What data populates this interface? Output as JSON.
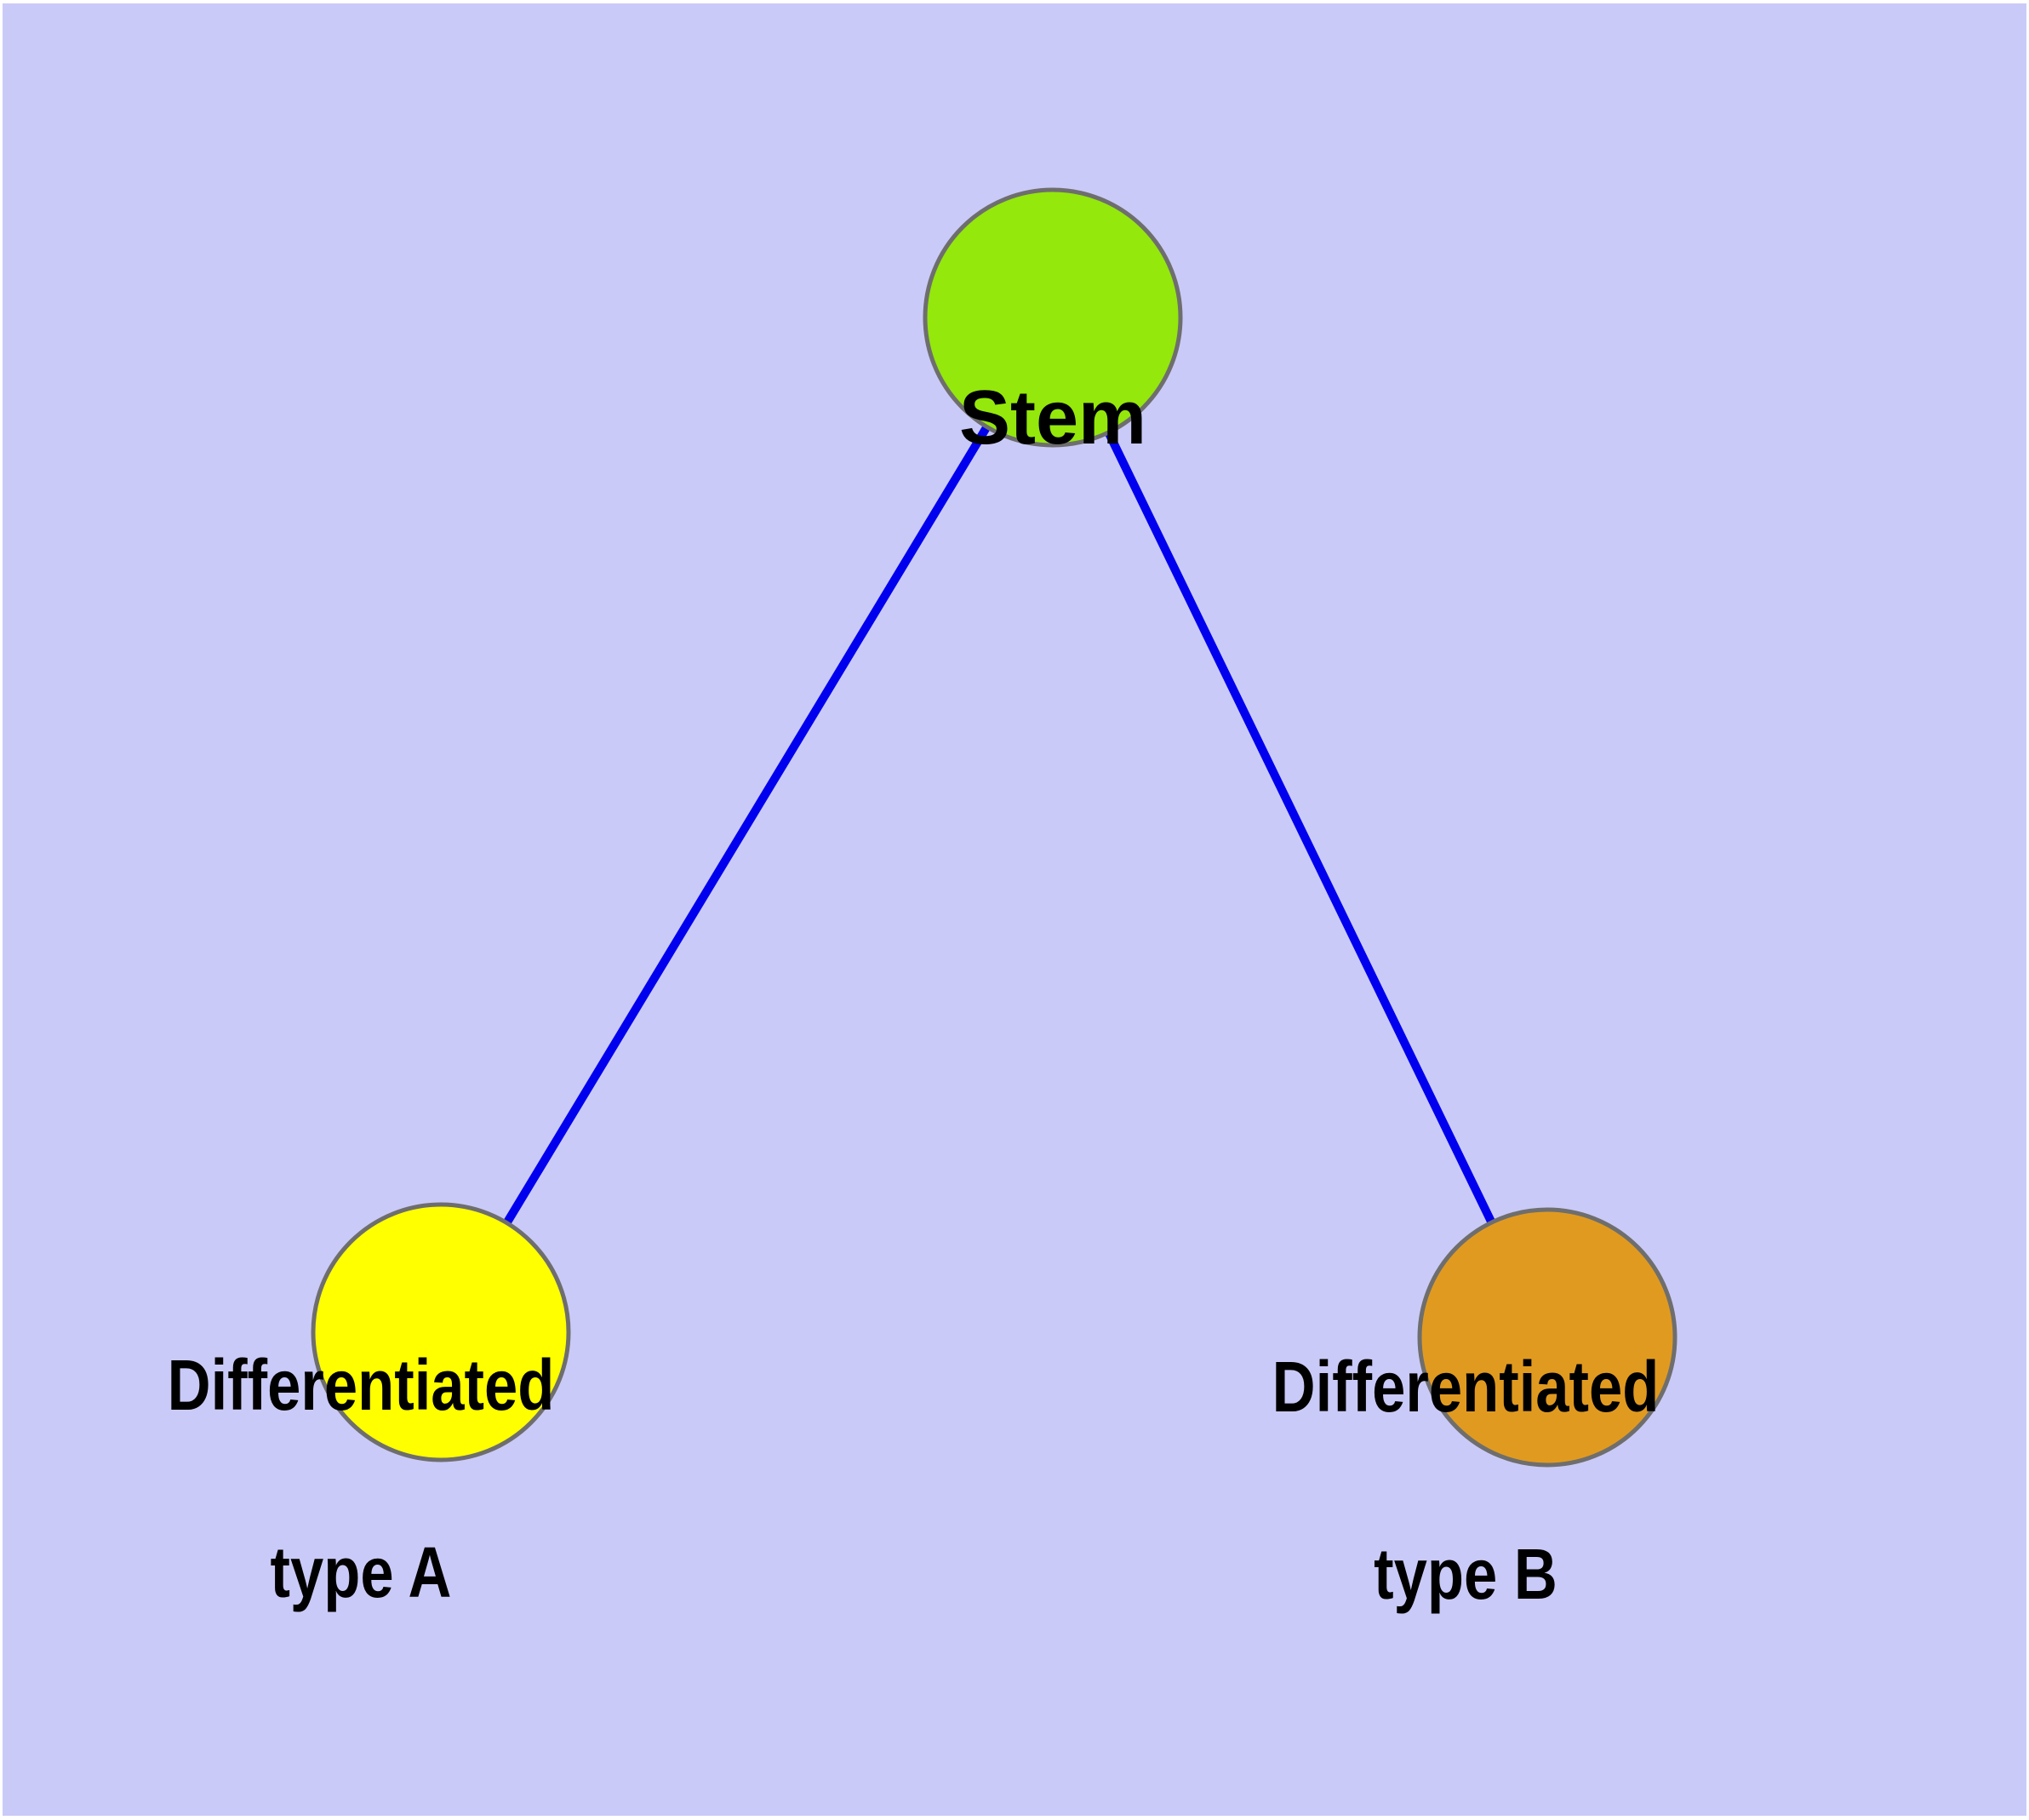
{
  "canvas": {
    "background_color": "#cacaf8",
    "frame_color": "#ffffff"
  },
  "graph": {
    "edge_color": "#0000ee",
    "node_border_color": "#6e6e6e",
    "label_color": "#000000",
    "nodes": [
      {
        "id": "stem",
        "label": "Stem",
        "label_line2": "",
        "fill": "#94e80b"
      },
      {
        "id": "type-a",
        "label": "Differentiated",
        "label_line2": "type A",
        "fill": "#ffff00"
      },
      {
        "id": "type-b",
        "label": "Differentiated",
        "label_line2": "type B",
        "fill": "#e19a20"
      }
    ],
    "edges": [
      {
        "from": "Stem",
        "to": "Differentiated type A"
      },
      {
        "from": "Stem",
        "to": "Differentiated type B"
      }
    ]
  }
}
